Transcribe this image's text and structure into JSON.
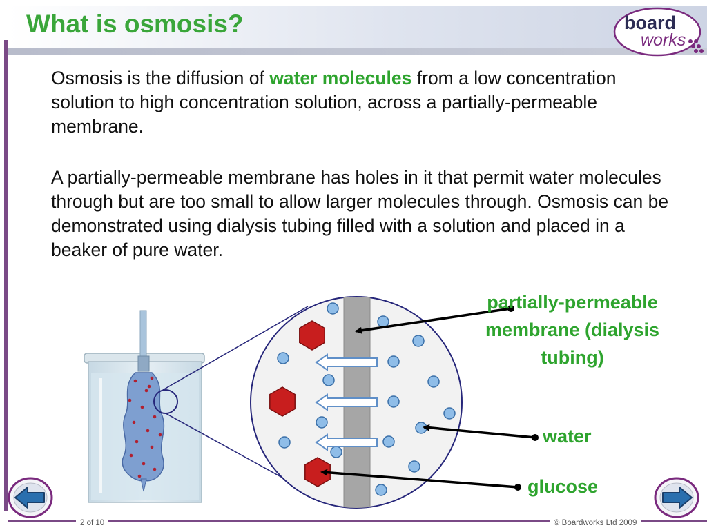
{
  "slide": {
    "title": "What is osmosis?",
    "paragraph1_before": "Osmosis is the diffusion of ",
    "paragraph1_highlight": "water molecules",
    "paragraph1_after": " from a low concentration solution to high concentration solution, across a partially-permeable membrane.",
    "paragraph2": "A partially-permeable membrane has holes in it that permit water molecules through but are too small to allow larger molecules through. Osmosis can be demonstrated using dialysis tubing filled with a solution and placed in a beaker of pure water."
  },
  "logo": {
    "line1": "board",
    "line2": "works"
  },
  "labels": {
    "membrane": "partially-permeable membrane (dialysis tubing)",
    "water": "water",
    "glucose": "glucose"
  },
  "footer": {
    "page": "2 of 10",
    "copyright": "© Boardworks Ltd 2009"
  },
  "colors": {
    "accent_green": "#2ea42e",
    "frame_purple": "#7a4a86",
    "glucose_red": "#c81e1e",
    "water_blue": "#8fbde8"
  },
  "icons": {
    "prev": "arrow-left-icon",
    "next": "arrow-right-icon"
  }
}
